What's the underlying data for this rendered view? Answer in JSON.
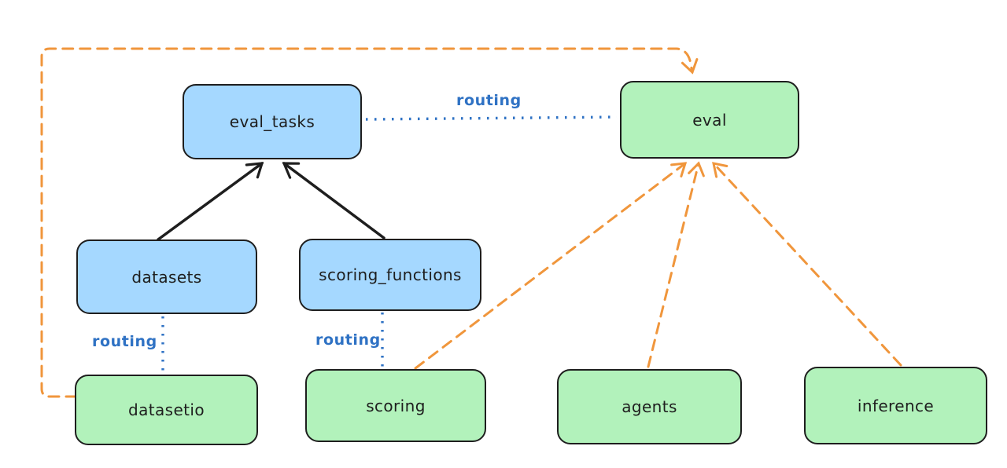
{
  "diagram": {
    "nodes": {
      "eval_tasks": {
        "label": "eval_tasks",
        "kind": "registry"
      },
      "eval": {
        "label": "eval",
        "kind": "api"
      },
      "datasets": {
        "label": "datasets",
        "kind": "registry"
      },
      "scoring_functions": {
        "label": "scoring_functions",
        "kind": "registry"
      },
      "datasetio": {
        "label": "datasetio",
        "kind": "api"
      },
      "scoring": {
        "label": "scoring",
        "kind": "api"
      },
      "agents": {
        "label": "agents",
        "kind": "api"
      },
      "inference": {
        "label": "inference",
        "kind": "api"
      }
    },
    "labels": {
      "routing": "routing"
    },
    "edges": [
      {
        "from": "datasets",
        "to": "eval_tasks",
        "style": "solid-black-arrow"
      },
      {
        "from": "scoring_functions",
        "to": "eval_tasks",
        "style": "solid-black-arrow"
      },
      {
        "from": "eval_tasks",
        "to": "eval",
        "style": "dotted-blue",
        "label": "routing"
      },
      {
        "from": "datasets",
        "to": "datasetio",
        "style": "dotted-blue",
        "label": "routing"
      },
      {
        "from": "scoring_functions",
        "to": "scoring",
        "style": "dotted-blue",
        "label": "routing"
      },
      {
        "from": "datasetio",
        "to": "eval",
        "style": "dashed-orange-arrow"
      },
      {
        "from": "scoring",
        "to": "eval",
        "style": "dashed-orange-arrow"
      },
      {
        "from": "agents",
        "to": "eval",
        "style": "dashed-orange-arrow"
      },
      {
        "from": "inference",
        "to": "eval",
        "style": "dashed-orange-arrow"
      }
    ],
    "colors": {
      "registry_fill": "#a5d8ff",
      "api_fill": "#b2f2bb",
      "node_stroke": "#1e1e1e",
      "routing_blue": "#2f72c4",
      "dependency_orange": "#f0963c",
      "background": "#ffffff"
    }
  }
}
